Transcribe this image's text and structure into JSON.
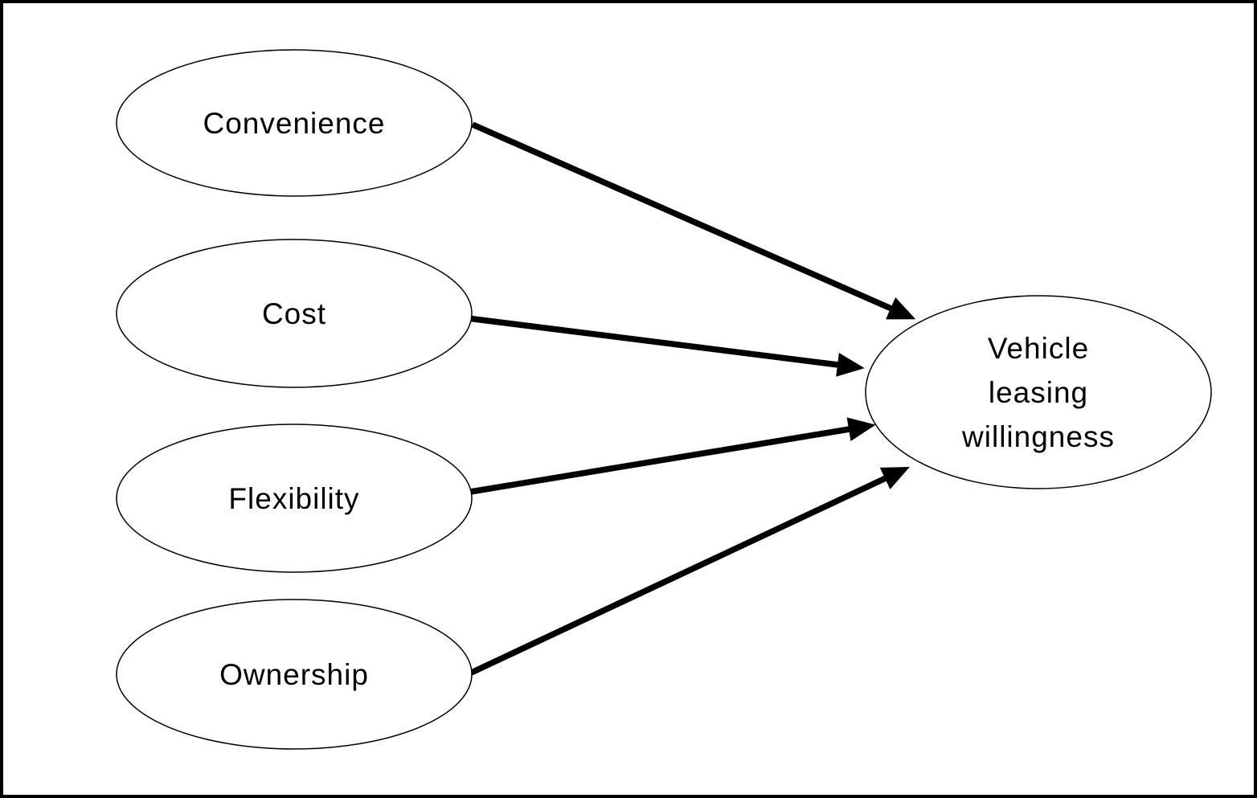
{
  "diagram": {
    "type": "path-model",
    "background_color": "#ffffff",
    "frame_border_color": "#000000",
    "node_fill_color": "#ffffff",
    "node_stroke_color": "#000000",
    "arrow_color": "#000000",
    "text_color": "#000000",
    "predictors": [
      {
        "id": "convenience",
        "label": "Convenience"
      },
      {
        "id": "cost",
        "label": "Cost"
      },
      {
        "id": "flexibility",
        "label": "Flexibility"
      },
      {
        "id": "ownership",
        "label": "Ownership"
      }
    ],
    "outcome": {
      "id": "vehicle-leasing-willingness",
      "label": "Vehicle leasing willingness",
      "lines": [
        "Vehicle",
        "leasing",
        "willingness"
      ]
    },
    "edges": [
      {
        "from": "Convenience",
        "to": "Vehicle leasing willingness",
        "style": "solid-arrow"
      },
      {
        "from": "Cost",
        "to": "Vehicle leasing willingness",
        "style": "solid-arrow"
      },
      {
        "from": "Flexibility",
        "to": "Vehicle leasing willingness",
        "style": "solid-arrow"
      },
      {
        "from": "Ownership",
        "to": "Vehicle leasing willingness",
        "style": "solid-arrow"
      }
    ]
  }
}
